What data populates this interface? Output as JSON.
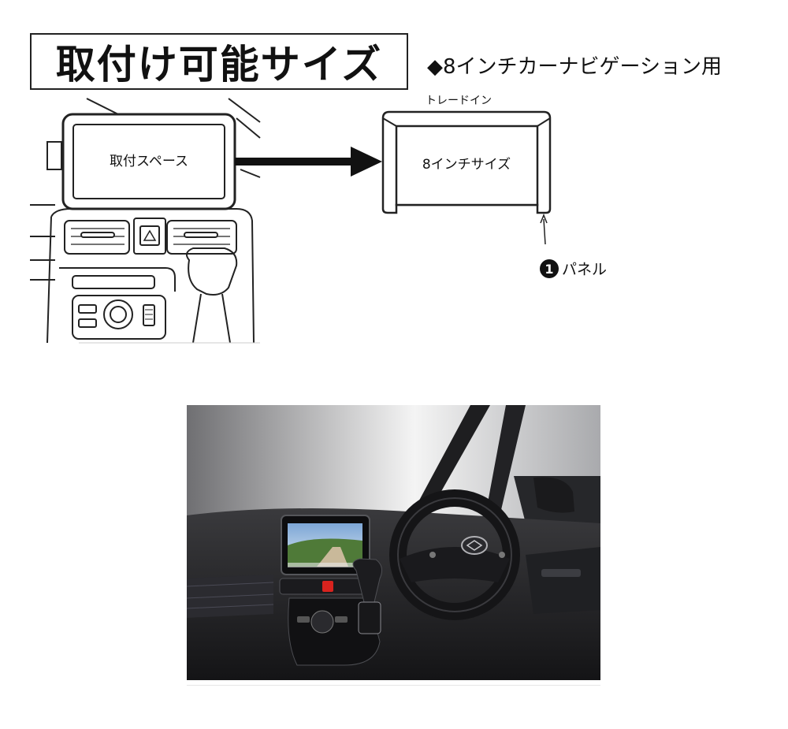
{
  "header": {
    "title": "取付け可能サイズ",
    "subtitle": "◆8インチカーナビゲーション用"
  },
  "diagram": {
    "mount_space_label": "取付スペース",
    "tray_label": "トレードイン",
    "size_label": "8インチサイズ",
    "panel_number": "1",
    "panel_label": "パネル"
  },
  "photo": {
    "description_icon": "car-interior-photo"
  },
  "colors": {
    "text": "#111111",
    "line": "#222222",
    "hazard_red": "#d8231e",
    "dash_dark": "#2a2a2d"
  }
}
